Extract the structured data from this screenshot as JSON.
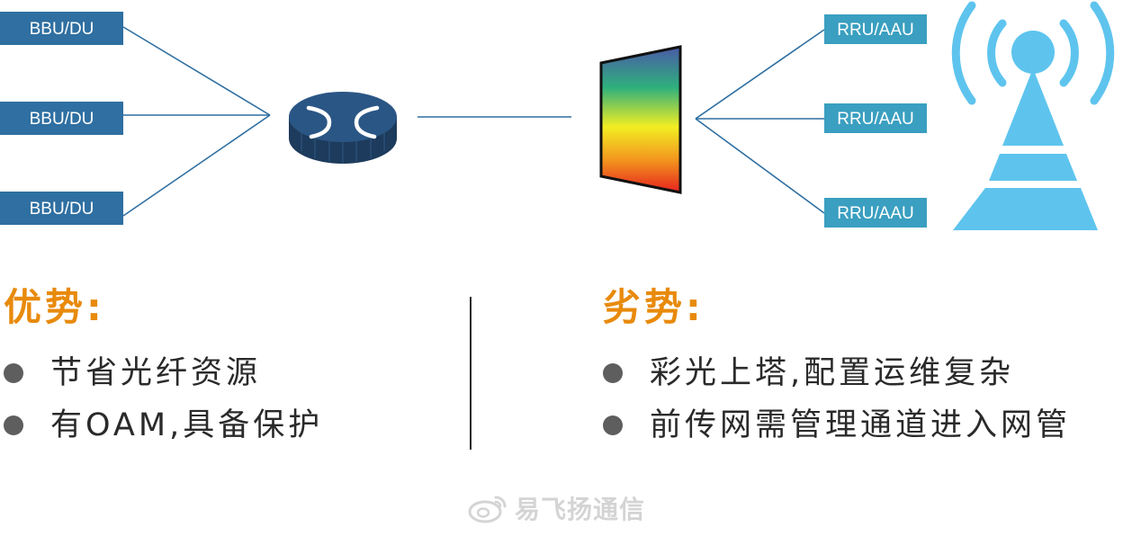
{
  "diagram": {
    "bbu_nodes": [
      {
        "label": "BBU/DU"
      },
      {
        "label": "BBU/DU"
      },
      {
        "label": "BBU/DU"
      }
    ],
    "rru_nodes": [
      {
        "label": "RRU/AAU"
      },
      {
        "label": "RRU/AAU"
      },
      {
        "label": "RRU/AAU"
      }
    ],
    "icons": {
      "router": "router-icon",
      "mux": "wdm-multiplexer-icon",
      "tower": "cell-tower-icon"
    },
    "colors": {
      "bbu_box": "#2f6fa1",
      "rru_box": "#3a9fc0",
      "link": "#2f6fa1",
      "router": "#24496e",
      "tower": "#5ec4ee",
      "title": "#e88a0c"
    }
  },
  "advantages": {
    "title": "优势:",
    "items": [
      "节省光纤资源",
      "有OAM,具备保护"
    ]
  },
  "disadvantages": {
    "title": "劣势:",
    "items": [
      "彩光上塔,配置运维复杂",
      "前传网需管理通道进入网管"
    ]
  },
  "watermark": {
    "text": "易飞扬通信"
  }
}
